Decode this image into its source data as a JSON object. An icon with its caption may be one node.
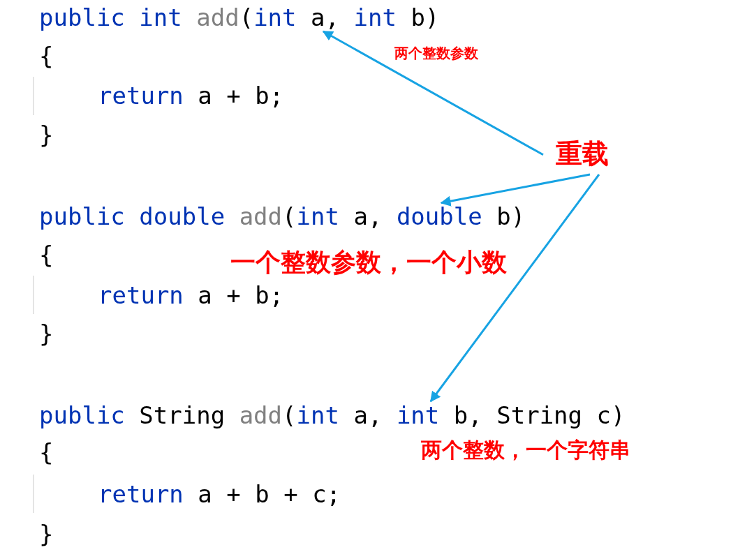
{
  "diagram": {
    "nodes": [
      {
        "text": [
          "public int add(int a, int b)"
        ]
      },
      {
        "text": [
          "public double add(int a, double b)"
        ]
      },
      {
        "text": [
          "public String add(int a, int b, String c)"
        ]
      },
      {
        "text": [
          "重载"
        ]
      }
    ],
    "edges": [
      {
        "from": 3,
        "to": 0,
        "arrow": "to"
      },
      {
        "from": 3,
        "to": 1,
        "arrow": "to"
      },
      {
        "from": 3,
        "to": 2,
        "arrow": "to"
      }
    ],
    "labels": [
      "{",
      "return a + b;",
      "}",
      "两个整数参数",
      "{",
      "return a + b;",
      "}",
      "一个整数参数，一个小数",
      "{",
      "return a + b + c;",
      "}",
      "两个整数，一个字符串"
    ]
  }
}
